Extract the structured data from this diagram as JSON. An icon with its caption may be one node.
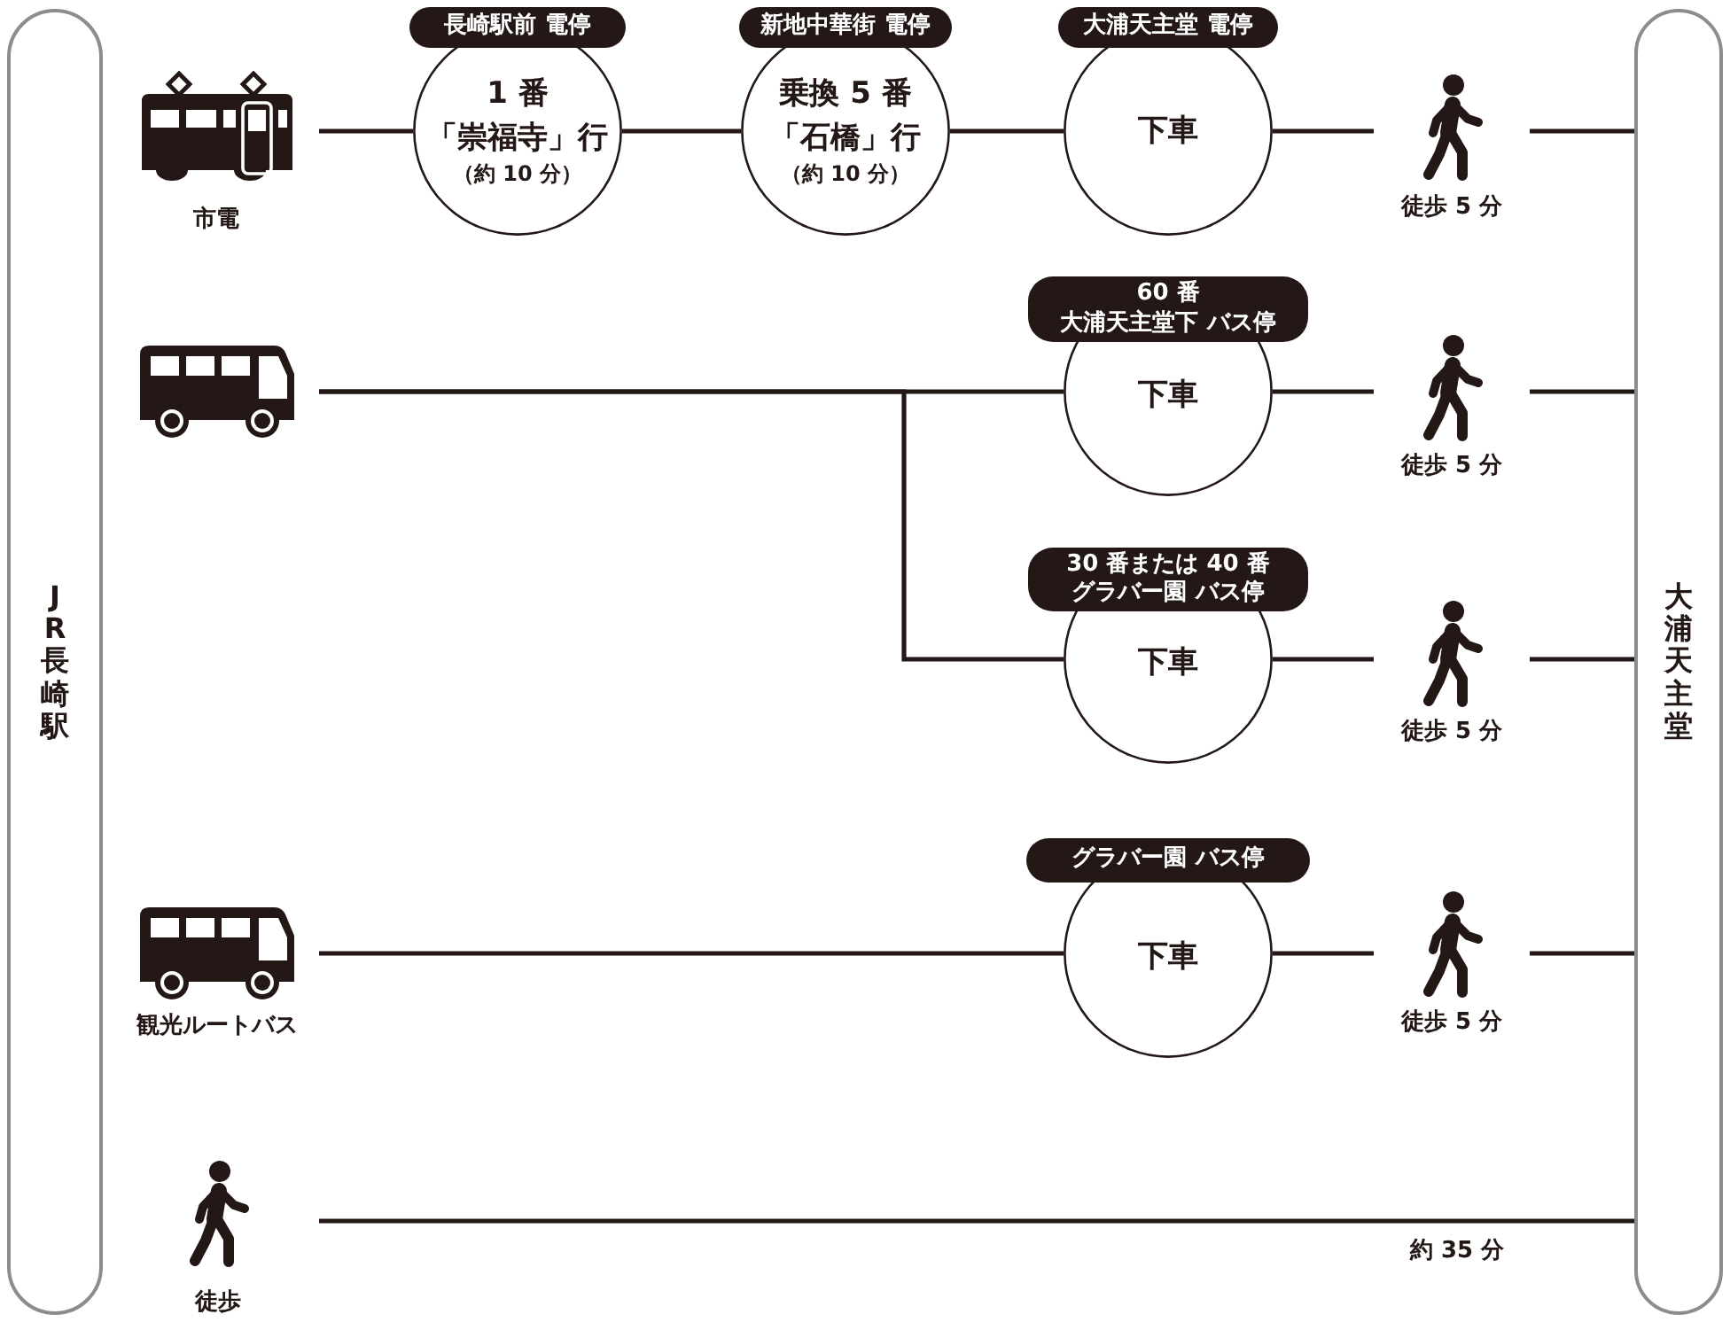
{
  "diagram": {
    "nodes": [
      {
        "text": [
          "JR長崎駅"
        ]
      },
      {
        "text": [
          "大浦天主堂"
        ]
      },
      {
        "text": [],
        "shape": "picture",
        "beside": [
          "市電"
        ]
      },
      {
        "text": [
          "長崎駅前 電停",
          "1 番",
          "「崇福寺」行",
          "（約 10 分）"
        ]
      },
      {
        "text": [
          "新地中華街 電停",
          "乗換 5 番",
          "「石橋」行",
          "（約 10 分）"
        ]
      },
      {
        "text": [
          "大浦天主堂 電停",
          "下車"
        ]
      },
      {
        "text": [],
        "shape": "person",
        "beside": [
          "徒歩 5 分"
        ]
      },
      {
        "text": [],
        "shape": "picture"
      },
      {
        "text": [
          "60 番",
          "大浦天主堂下 バス停",
          "下車"
        ]
      },
      {
        "text": [],
        "shape": "person",
        "beside": [
          "徒歩 5 分"
        ]
      },
      {
        "text": [
          "30 番または 40 番",
          "グラバー園 バス停",
          "下車"
        ]
      },
      {
        "text": [],
        "shape": "person",
        "beside": [
          "徒歩 5 分"
        ]
      },
      {
        "text": [],
        "shape": "picture",
        "beside": [
          "観光ルートバス"
        ]
      },
      {
        "text": [
          "グラバー園 バス停",
          "下車"
        ]
      },
      {
        "text": [],
        "shape": "person",
        "beside": [
          "徒歩 5 分"
        ]
      },
      {
        "text": [],
        "shape": "person",
        "beside": [
          "徒歩"
        ]
      }
    ],
    "edges": [
      {
        "from": 2,
        "to": 3,
        "arrow": "none"
      },
      {
        "from": 3,
        "to": 4,
        "arrow": "none"
      },
      {
        "from": 4,
        "to": 5,
        "arrow": "none"
      },
      {
        "from": 5,
        "to": 6,
        "arrow": "none"
      },
      {
        "from": 6,
        "to": 1,
        "arrow": "none"
      },
      {
        "from": 7,
        "to": 8,
        "arrow": "none"
      },
      {
        "from": 7,
        "to": 10,
        "arrow": "none"
      },
      {
        "from": 8,
        "to": 9,
        "arrow": "none"
      },
      {
        "from": 9,
        "to": 1,
        "arrow": "none"
      },
      {
        "from": 10,
        "to": 11,
        "arrow": "none"
      },
      {
        "from": 11,
        "to": 1,
        "arrow": "none"
      },
      {
        "from": 12,
        "to": 13,
        "arrow": "none"
      },
      {
        "from": 13,
        "to": 14,
        "arrow": "none"
      },
      {
        "from": 14,
        "to": 1,
        "arrow": "none"
      },
      {
        "from": 15,
        "to": 1,
        "arrow": "none",
        "label": "約 35 分"
      }
    ]
  }
}
